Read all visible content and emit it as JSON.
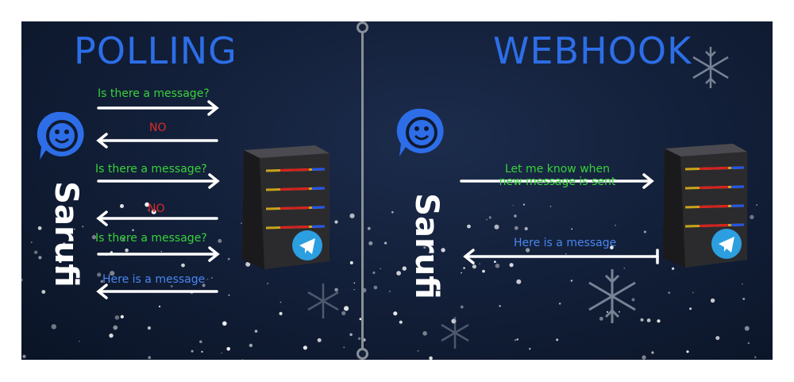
{
  "polling": {
    "title": "POLLING",
    "brand": "Sarufi",
    "messages": [
      {
        "text": "Is there a message?",
        "direction": "to-server",
        "color": "#38d23a"
      },
      {
        "text": "NO",
        "direction": "to-bot",
        "color": "#e02a2a"
      },
      {
        "text": "Is there a message?",
        "direction": "to-server",
        "color": "#38d23a"
      },
      {
        "text": "NO",
        "direction": "to-bot",
        "color": "#e02a2a"
      },
      {
        "text": "Is there a message?",
        "direction": "to-server",
        "color": "#38d23a"
      },
      {
        "text": "Here is a message",
        "direction": "to-bot",
        "color": "#4a86f0"
      }
    ]
  },
  "webhook": {
    "title": "WEBHOOK",
    "brand": "Sarufi",
    "messages": [
      {
        "line1": "Let me know when",
        "line2": "new message is sent",
        "direction": "to-server",
        "color": "#38d23a"
      },
      {
        "text": "Here is a message",
        "direction": "to-bot",
        "color": "#4a86f0"
      }
    ]
  },
  "icons": [
    "smiley-chat-icon",
    "server-icon",
    "telegram-icon",
    "snowflake-icon"
  ],
  "colors": {
    "title": "#2d6ee8",
    "background": "#13203a",
    "arrow": "#ffffff",
    "divider": "#8a8f98"
  }
}
